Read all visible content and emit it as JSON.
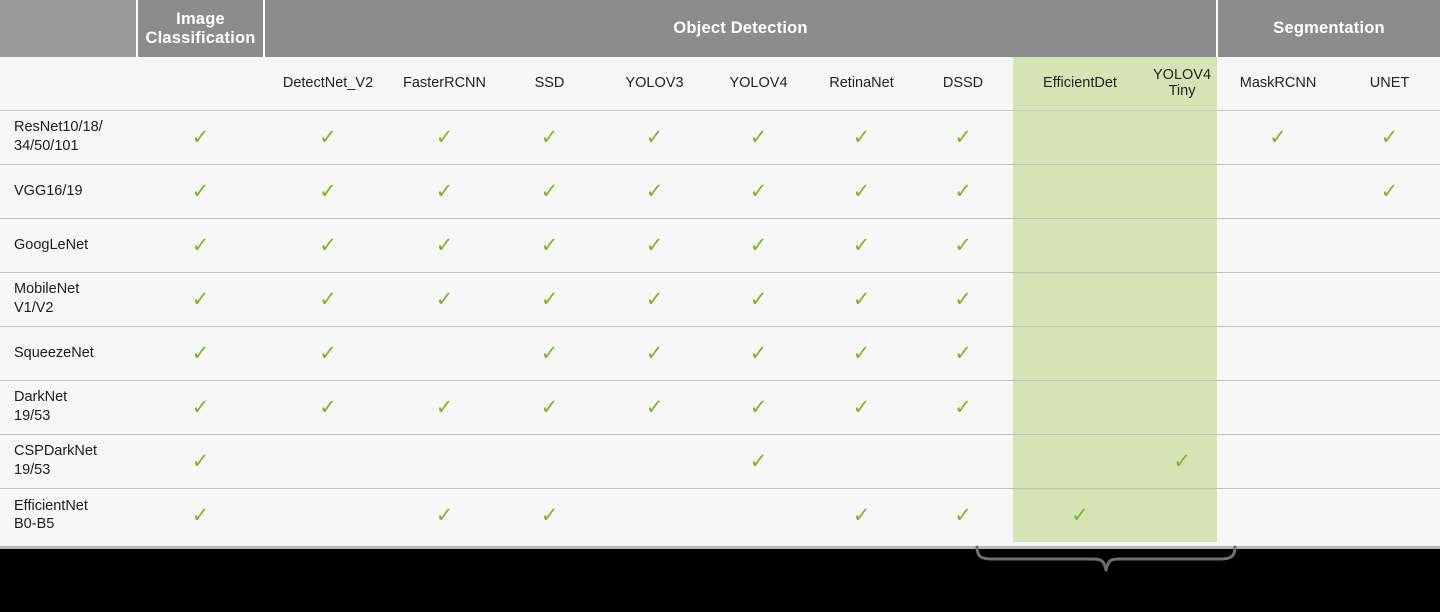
{
  "colors": {
    "group_header_bg": "#8c8c8c",
    "highlight_bg": "#d6e4b5",
    "check_green": "#76bc21",
    "row_bg": "#f7f7f7",
    "page_bg": "#000000",
    "rule": "#c0c0c0"
  },
  "groups": [
    {
      "label": "",
      "span": 1,
      "kind": "blank"
    },
    {
      "label": "Image\nClassification",
      "span": 1,
      "kind": "group"
    },
    {
      "label": "Object Detection",
      "span": 9,
      "kind": "group"
    },
    {
      "label": "Segmentation",
      "span": 2,
      "kind": "group"
    }
  ],
  "columns": [
    {
      "label": "",
      "highlight": false
    },
    {
      "label": "",
      "highlight": false
    },
    {
      "label": "DetectNet_V2",
      "highlight": false
    },
    {
      "label": "FasterRCNN",
      "highlight": false
    },
    {
      "label": "SSD",
      "highlight": false
    },
    {
      "label": "YOLOV3",
      "highlight": false
    },
    {
      "label": "YOLOV4",
      "highlight": false
    },
    {
      "label": "RetinaNet",
      "highlight": false
    },
    {
      "label": "DSSD",
      "highlight": false
    },
    {
      "label": "EfficientDet",
      "highlight": true
    },
    {
      "label": "YOLOV4\nTiny",
      "highlight": true
    },
    {
      "label": "MaskRCNN",
      "highlight": false
    },
    {
      "label": "UNET",
      "highlight": false
    }
  ],
  "check_glyph": "✓",
  "rows": [
    {
      "label": "ResNet10/18/\n34/50/101",
      "cells": [
        true,
        true,
        true,
        true,
        true,
        true,
        true,
        true,
        false,
        false,
        true,
        true
      ]
    },
    {
      "label": "VGG16/19",
      "cells": [
        true,
        true,
        true,
        true,
        true,
        true,
        true,
        true,
        false,
        false,
        false,
        true
      ]
    },
    {
      "label": "GoogLeNet",
      "cells": [
        true,
        true,
        true,
        true,
        true,
        true,
        true,
        true,
        false,
        false,
        false,
        false
      ]
    },
    {
      "label": "MobileNet\nV1/V2",
      "cells": [
        true,
        true,
        true,
        true,
        true,
        true,
        true,
        true,
        false,
        false,
        false,
        false
      ]
    },
    {
      "label": "SqueezeNet",
      "cells": [
        true,
        true,
        false,
        true,
        true,
        true,
        true,
        true,
        false,
        false,
        false,
        false
      ]
    },
    {
      "label": "DarkNet\n19/53",
      "cells": [
        true,
        true,
        true,
        true,
        true,
        true,
        true,
        true,
        false,
        false,
        false,
        false
      ]
    },
    {
      "label": "CSPDarkNet\n19/53",
      "cells": [
        true,
        false,
        false,
        false,
        false,
        true,
        false,
        false,
        false,
        true,
        false,
        false
      ]
    },
    {
      "label": "EfficientNet\nB0-B5",
      "cells": [
        true,
        false,
        true,
        true,
        false,
        false,
        true,
        true,
        true,
        false,
        false,
        false
      ]
    }
  ],
  "annotation": {
    "brace_label": ""
  }
}
